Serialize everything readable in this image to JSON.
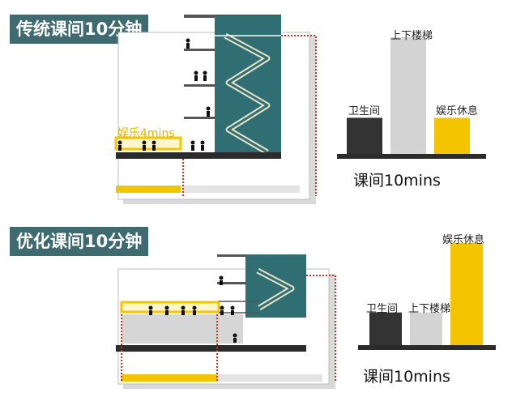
{
  "top": {
    "banner": "传统课间10分钟",
    "entertainment_label": "娱乐4mins",
    "caption": "课间10mins",
    "chart_labels": {
      "toilet": "卫生间",
      "stairs": "上下楼梯",
      "rest": "娱乐休息"
    }
  },
  "bottom": {
    "banner": "优化课间10分钟",
    "caption": "课间10mins",
    "chart_labels": {
      "toilet": "卫生间",
      "stairs": "上下楼梯",
      "rest": "娱乐休息"
    }
  },
  "colors": {
    "banner_bg": "#3f6b70",
    "teal": "#2f6e73",
    "yellow": "#f5c400",
    "dark": "#333333",
    "grey": "#d3d3d3",
    "red_dotted": "#c0392b"
  },
  "chart_data": [
    {
      "type": "bar",
      "categories": [
        "卫生间",
        "上下楼梯",
        "娱乐休息"
      ],
      "values": [
        0.31,
        1.0,
        0.31
      ],
      "colors": [
        "#333333",
        "#d3d3d3",
        "#f5c400"
      ],
      "xlabel": "课间10mins"
    },
    {
      "type": "bar",
      "categories": [
        "卫生间",
        "上下楼梯",
        "娱乐休息"
      ],
      "values": [
        0.32,
        0.32,
        1.0
      ],
      "colors": [
        "#333333",
        "#d3d3d3",
        "#f5c400"
      ],
      "xlabel": "课间10mins"
    }
  ]
}
